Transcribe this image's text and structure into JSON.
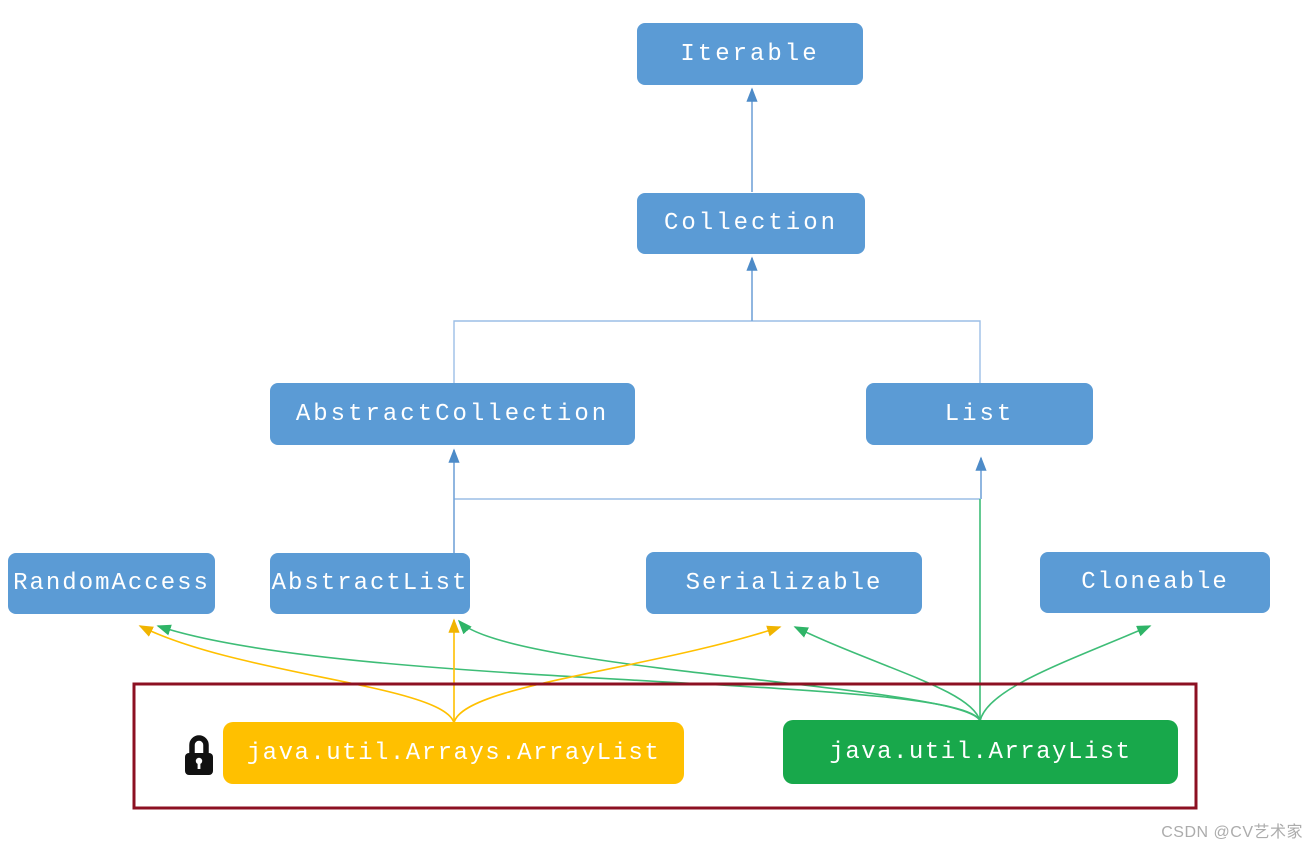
{
  "nodes": {
    "iterable": {
      "label": "Iterable"
    },
    "collection": {
      "label": "Collection"
    },
    "abstract_collection": {
      "label": "AbstractCollection"
    },
    "list": {
      "label": "List"
    },
    "random_access": {
      "label": "RandomAccess"
    },
    "abstract_list": {
      "label": "AbstractList"
    },
    "serializable": {
      "label": "Serializable"
    },
    "cloneable": {
      "label": "Cloneable"
    },
    "arrays_arraylist": {
      "label": "java.util.Arrays.ArrayList",
      "icon": "lock",
      "highlighted": true
    },
    "arraylist": {
      "label": "java.util.ArrayList",
      "highlighted": true
    }
  },
  "edges": [
    {
      "from": "collection",
      "to": "iterable",
      "color": "blue"
    },
    {
      "from": "abstract_collection",
      "to": "collection",
      "color": "blue"
    },
    {
      "from": "list",
      "to": "collection",
      "color": "blue"
    },
    {
      "from": "abstract_list",
      "to": "abstract_collection",
      "color": "blue"
    },
    {
      "from": "abstract_list",
      "to": "list",
      "color": "blue"
    },
    {
      "from": "arraylist",
      "to": "list",
      "color": "green"
    },
    {
      "from": "arraylist",
      "to": "random_access",
      "color": "green"
    },
    {
      "from": "arraylist",
      "to": "abstract_list",
      "color": "green"
    },
    {
      "from": "arraylist",
      "to": "serializable",
      "color": "green"
    },
    {
      "from": "arraylist",
      "to": "cloneable",
      "color": "green"
    },
    {
      "from": "arrays_arraylist",
      "to": "random_access",
      "color": "yellow"
    },
    {
      "from": "arrays_arraylist",
      "to": "abstract_list",
      "color": "yellow"
    },
    {
      "from": "arrays_arraylist",
      "to": "serializable",
      "color": "yellow"
    }
  ],
  "watermark": {
    "text": "CSDN @CV艺术家"
  },
  "colors": {
    "node_blue": "#5B9BD5",
    "node_yellow": "#FFC000",
    "node_green": "#18A84B",
    "connector_blue": "#74A4D9",
    "connector_blue_light": "#9CBEE6",
    "arrow_blue": "#4D8BC8",
    "arrow_green": "#3EBD77",
    "arrow_yellow": "#FFC000",
    "highlight_border_red": "#8C1022",
    "watermark_gray": "#ACACAC",
    "text_white": "#FFFFFF",
    "lock_black": "#111111"
  }
}
